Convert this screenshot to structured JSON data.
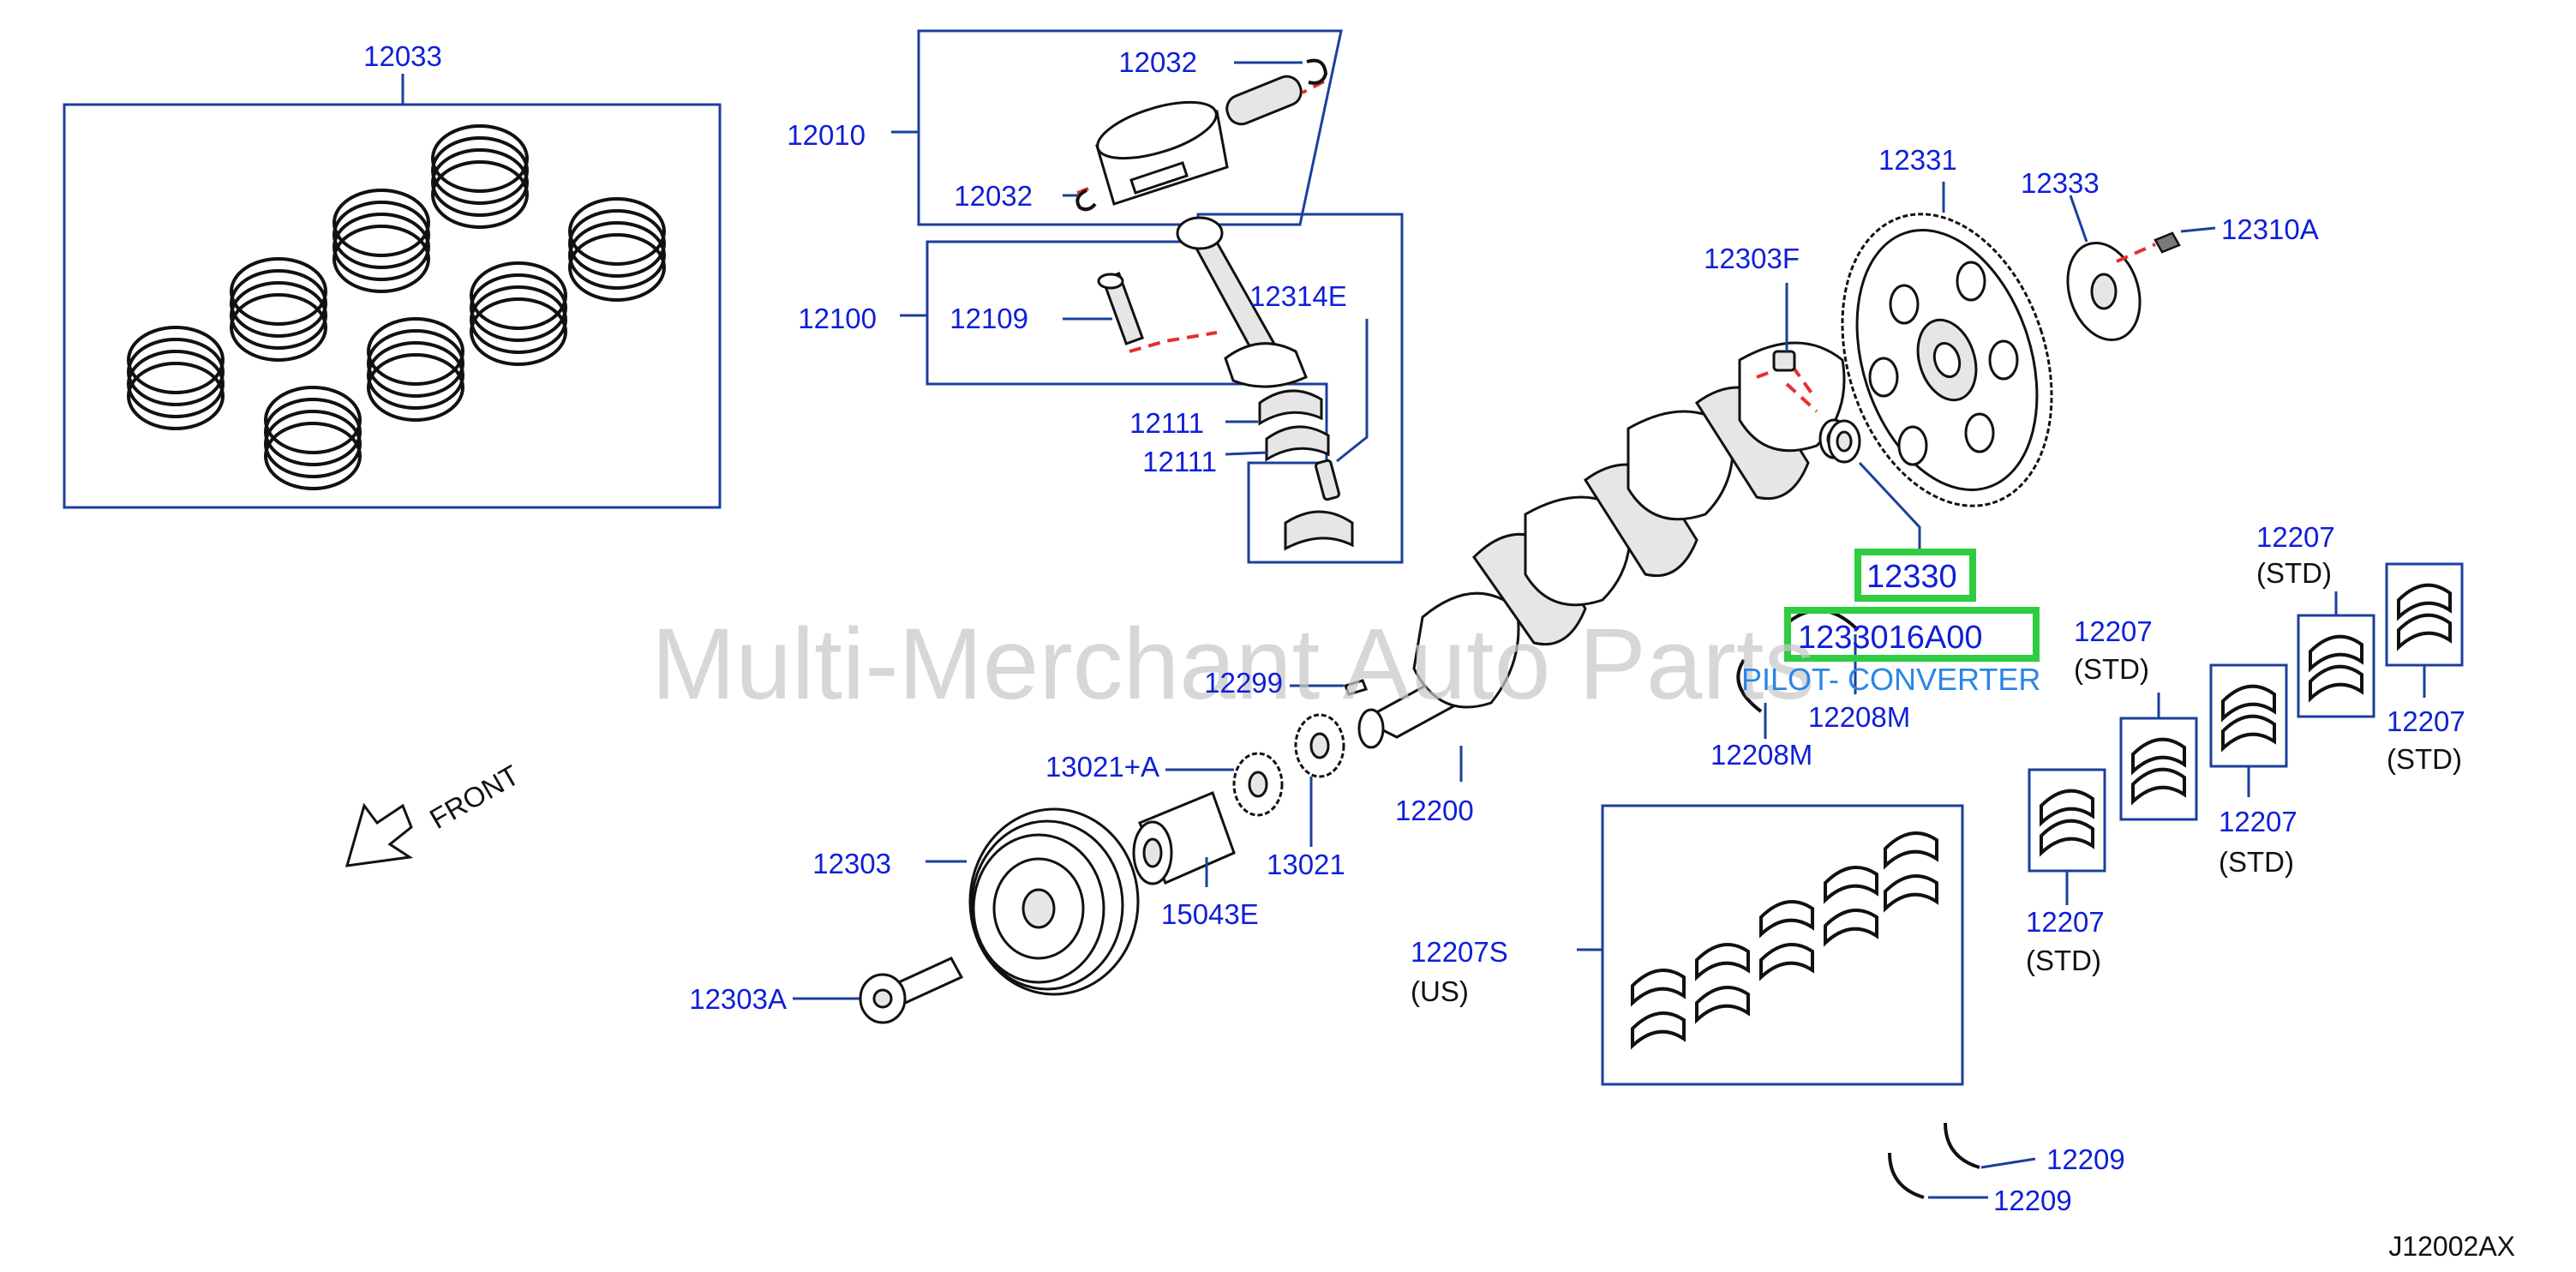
{
  "diagram": {
    "code": "J12002AX",
    "watermark": "Multi-Merchant Auto Parts",
    "front_label": "FRONT",
    "highlight": {
      "part": "12330",
      "replacement": "1233016A00",
      "note": "PILOT- CONVERTER"
    },
    "labels": {
      "l12033": "12033",
      "l12032a": "12032",
      "l12032b": "12032",
      "l12010": "12010",
      "l12100": "12100",
      "l12109": "12109",
      "l12314E": "12314E",
      "l12111a": "12111",
      "l12111b": "12111",
      "l12303F": "12303F",
      "l12331": "12331",
      "l12333": "12333",
      "l12310A": "12310A",
      "l12207_a": "12207",
      "l12207_b": "12207",
      "l12207_c": "12207",
      "l12207_d": "12207",
      "l12207_e": "12207",
      "l12299": "12299",
      "l12208M_a": "12208M",
      "l12208M_b": "12208M",
      "l13021A": "13021+A",
      "l13021": "13021",
      "l12200": "12200",
      "l12303": "12303",
      "l15043E": "15043E",
      "l12207S": "12207S",
      "l12303A": "12303A",
      "l12209_a": "12209",
      "l12209_b": "12209"
    },
    "subs": {
      "std_a": "(STD)",
      "std_b": "(STD)",
      "std_c": "(STD)",
      "std_d": "(STD)",
      "std_e": "(STD)",
      "us": "(US)"
    }
  }
}
